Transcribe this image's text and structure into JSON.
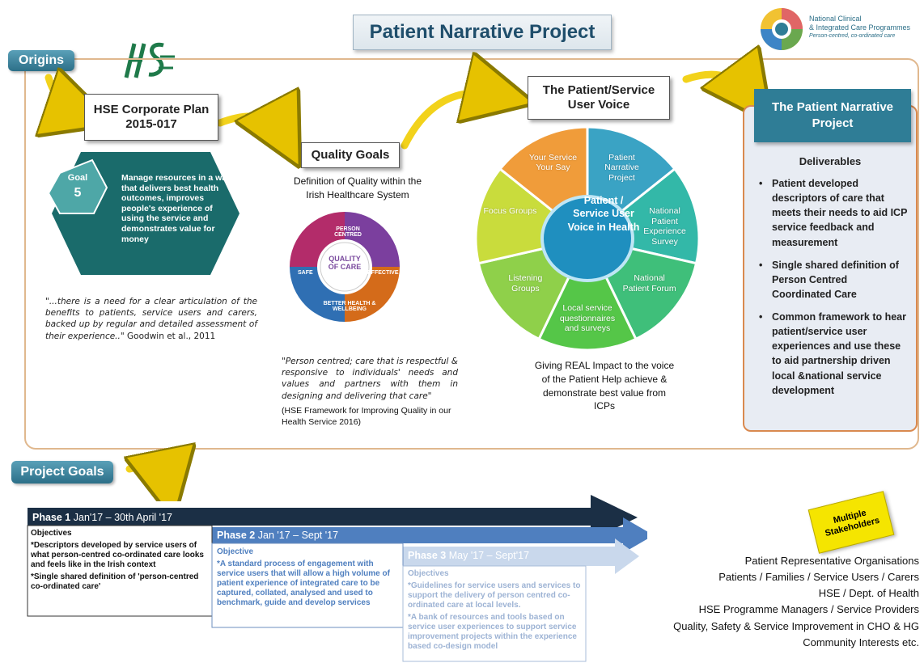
{
  "title": "Patient Narrative Project",
  "logo_hse": "HSE",
  "logo_nc": {
    "line1": "National Clinical",
    "line2": "& Integrated Care Programmes",
    "line3": "Person-centred, co-ordinated care"
  },
  "origins": {
    "tab": "Origins",
    "corporate_plan": "HSE Corporate Plan 2015-017",
    "goal_label": "Goal",
    "goal_number": "5",
    "goal_text": "Manage resources in a way that delivers best health outcomes, improves people's experience of using the service and demonstrates value for money",
    "quote": "\"...there is a need for a clear articulation of the benefits to patients, service users and carers, backed up by regular and detailed assessment of their experience..\"",
    "quote_cite": "Goodwin et al., 2011"
  },
  "quality": {
    "box": "Quality Goals",
    "definition": "Definition of Quality within the Irish Healthcare System",
    "center": "QUALITY OF CARE",
    "segments": [
      "PERSON CENTRED",
      "EFFECTIVE",
      "BETTER HEALTH & WELLBEING",
      "SAFE"
    ],
    "quote": "\"Person centred; care that is respectful & responsive to individuals' needs and values and partners with them in designing and delivering that care\"",
    "cite": "(HSE Framework for Improving Quality in our Health Service 2016)"
  },
  "voice": {
    "box": "The Patient/Service User Voice",
    "center": "Patient / Service User Voice in Health",
    "segments": [
      "Patient Narrative Project",
      "National Patient Experience Survey",
      "National Patient Forum",
      "Local service questionnaires and surveys",
      "Listening Groups",
      "Focus Groups",
      "Your Service Your Say"
    ],
    "impact": "Giving REAL Impact to the voice of the Patient Help achieve & demonstrate best value from ICPs"
  },
  "narrative": {
    "head": "The Patient Narrative Project",
    "deliverables": "Deliverables",
    "bullets": [
      "Patient developed descriptors of care that meets their needs to aid ICP service feedback and measurement",
      "Single shared definition of Person Centred Coordinated Care",
      "Common framework to hear patient/service user experiences and use these to aid partnership driven local &national service development"
    ]
  },
  "goals": {
    "tab": "Project Goals",
    "phase1": {
      "title": "Phase 1",
      "dates": "Jan'17 – 30th April '17",
      "heading": "Objectives",
      "items": [
        "*Descriptors developed by service users of what person-centred co-ordinated care looks and feels like in the Irish context",
        "*Single shared definition of 'person-centred co-ordinated care'"
      ]
    },
    "phase2": {
      "title": "Phase 2",
      "dates": "Jan '17 – Sept '17",
      "heading": "Objective",
      "items": [
        "*A standard process of engagement with service users that will allow a high volume of patient experience of integrated care to be captured, collated, analysed and used to benchmark, guide and develop services"
      ]
    },
    "phase3": {
      "title": "Phase 3",
      "dates": "May '17 – Sept'17",
      "heading": "Objectives",
      "items": [
        "*Guidelines for service users and services to support the delivery of person centred co-ordinated care at local levels.",
        "*A bank of resources and tools based on service user experiences to support service improvement projects within the experience based co-design model"
      ]
    }
  },
  "stakeholders": {
    "badge": "Multiple Stakeholders",
    "list": [
      "Patient Representative Organisations",
      "Patients / Families / Service Users / Carers",
      "HSE / Dept. of Health",
      "HSE Programme Managers / Service Providers",
      "Quality, Safety & Service Improvement in CHO & HG",
      "Community Interests etc."
    ]
  },
  "colors": {
    "teal": "#2f7d96",
    "orange": "#d9894f",
    "navy": "#1b2f45"
  }
}
